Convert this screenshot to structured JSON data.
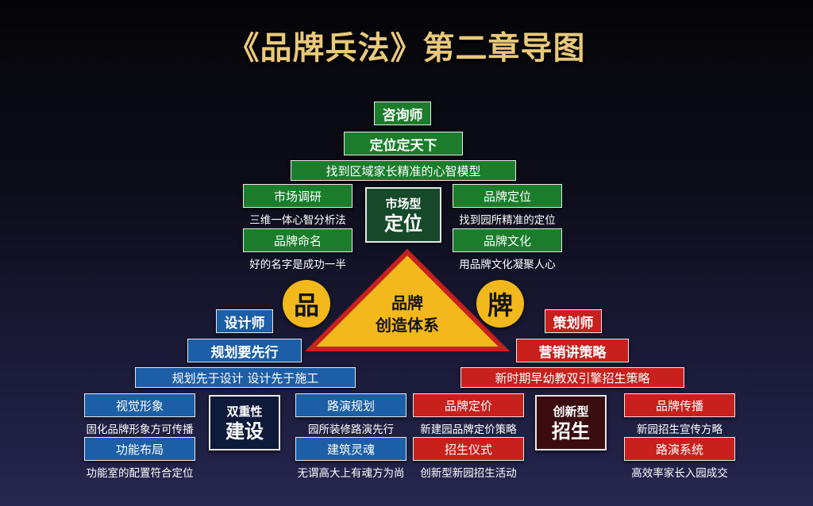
{
  "title": "《品牌兵法》第二章导图",
  "center": {
    "line1": "品牌",
    "line2": "创造体系"
  },
  "circles": {
    "left": "品",
    "right": "牌"
  },
  "top": {
    "role": "咨询师",
    "slogan": "定位定天下",
    "banner": "找到区域家长精准的心智模型",
    "core": {
      "small": "市场型",
      "big": "定位"
    },
    "items": [
      {
        "label": "市场调研",
        "desc": "三维一体心智分析法"
      },
      {
        "label": "品牌命名",
        "desc": "好的名字是成功一半"
      },
      {
        "label": "品牌定位",
        "desc": "找到园所精准的定位"
      },
      {
        "label": "品牌文化",
        "desc": "用品牌文化凝聚人心"
      }
    ]
  },
  "left": {
    "role": "设计师",
    "slogan": "规划要先行",
    "banner": "规划先于设计  设计先于施工",
    "core": {
      "small": "双重性",
      "big": "建设"
    },
    "items": [
      {
        "label": "视觉形象",
        "desc": "固化品牌形象方可传播"
      },
      {
        "label": "功能布局",
        "desc": "功能室的配置符合定位"
      },
      {
        "label": "路演规划",
        "desc": "园所装修路演先行"
      },
      {
        "label": "建筑灵魂",
        "desc": "无谓高大上有魂方为尚"
      }
    ]
  },
  "right": {
    "role": "策划师",
    "slogan": "营销讲策略",
    "banner": "新时期早幼教双引擎招生策略",
    "core": {
      "small": "创新型",
      "big": "招生"
    },
    "items": [
      {
        "label": "品牌定价",
        "desc": "新建园品牌定价策略"
      },
      {
        "label": "招生仪式",
        "desc": "创新型新园招生活动"
      },
      {
        "label": "品牌传播",
        "desc": "新园招生宣传方略"
      },
      {
        "label": "路演系统",
        "desc": "高效率家长入园成交"
      }
    ]
  }
}
